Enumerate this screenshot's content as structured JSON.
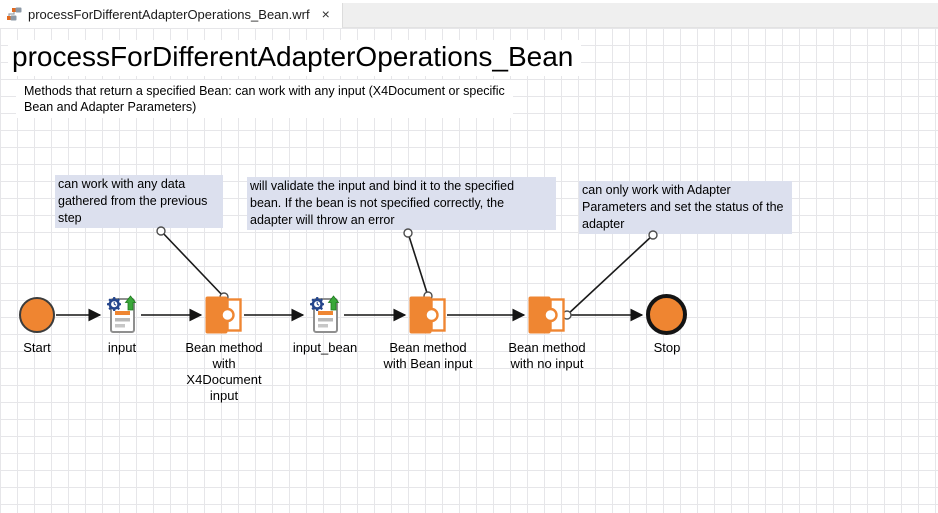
{
  "tab": {
    "title": "processForDifferentAdapterOperations_Bean.wrf",
    "close_label": "×",
    "icon": "workflow-file-icon"
  },
  "canvas": {
    "title": "processForDifferentAdapterOperations_Bean",
    "note": "Methods that return a specified Bean: can work with any input (X4Document or specific\nBean and Adapter Parameters)",
    "annotations": [
      {
        "text": "can work with any data\ngathered from the previous\nstep"
      },
      {
        "text": "will validate the input and bind it to the specified\nbean. If the bean is not specified correctly, the\nadapter will throw an error"
      },
      {
        "text": "can only work with Adapter\nParameters and set the status of the\nadapter"
      }
    ],
    "nodes": [
      {
        "type": "start",
        "label": "Start"
      },
      {
        "type": "document",
        "label": "input"
      },
      {
        "type": "bean",
        "label": "Bean method\nwith\nX4Document\ninput"
      },
      {
        "type": "document",
        "label": "input_bean"
      },
      {
        "type": "bean",
        "label": "Bean method\nwith Bean input"
      },
      {
        "type": "bean",
        "label": "Bean method\nwith no input"
      },
      {
        "type": "stop",
        "label": "Stop"
      }
    ],
    "colors": {
      "accent_orange": "#EF8632",
      "annotation_bg": "#DCE0EE",
      "grid_line": "#E6E6E9"
    }
  }
}
